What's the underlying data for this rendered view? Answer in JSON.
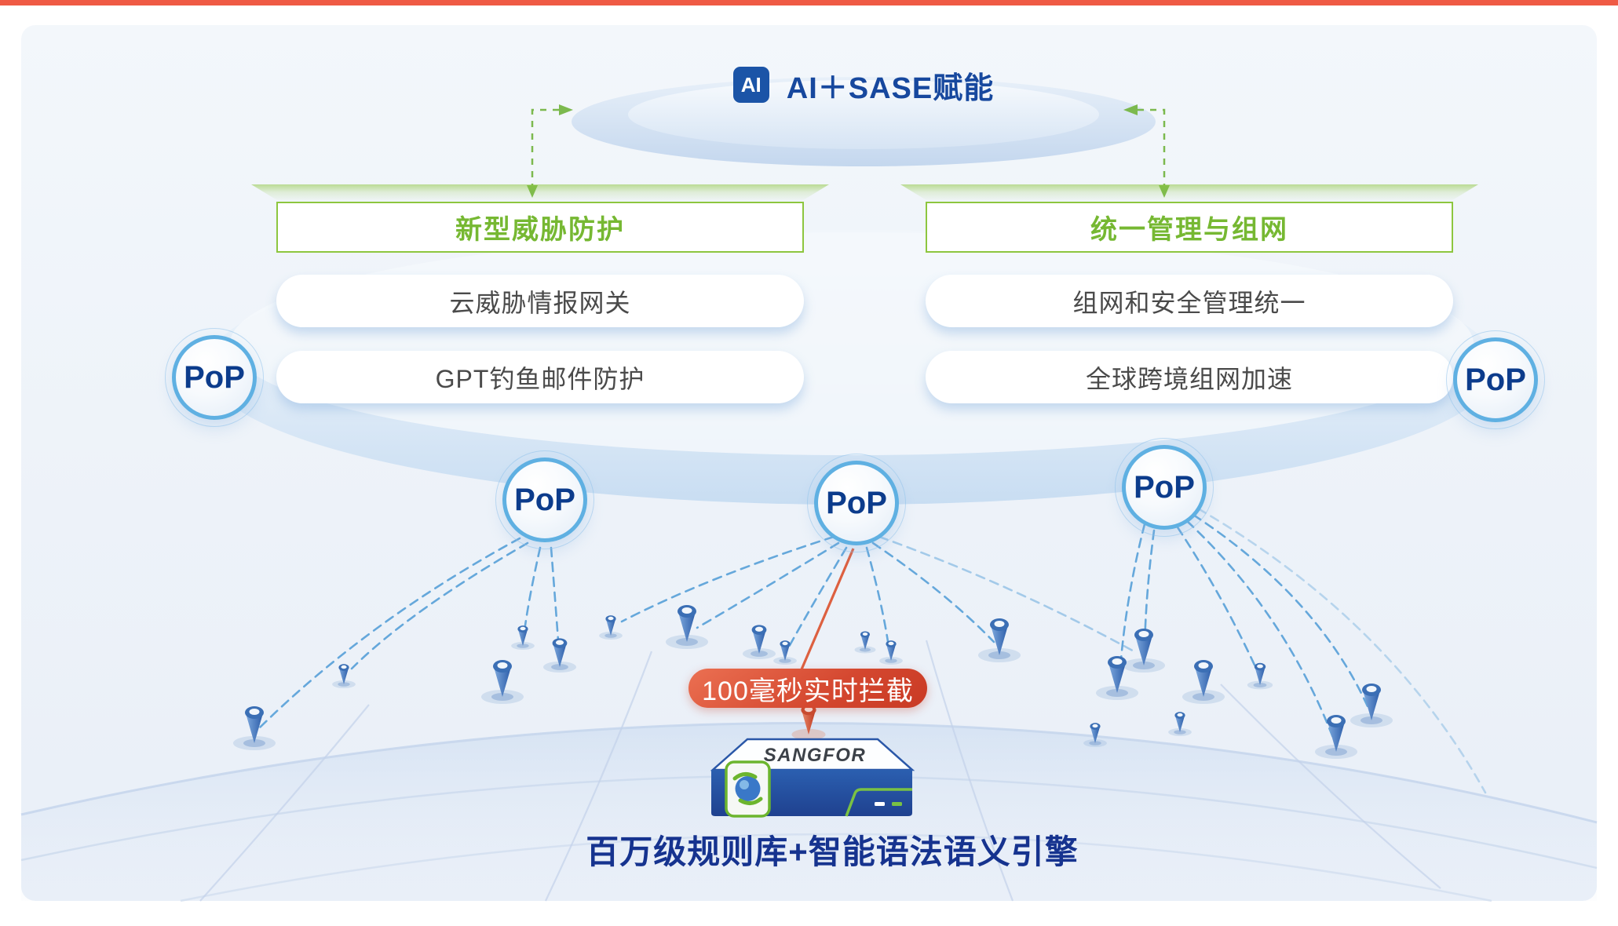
{
  "page": {
    "top_accent_color": "#ef5a45"
  },
  "header": {
    "badge_label": "AI",
    "title": "AI＋SASE赋能"
  },
  "columns": {
    "left": {
      "title": "新型威胁防护",
      "items": [
        "云威胁情报网关",
        "GPT钓鱼邮件防护"
      ]
    },
    "right": {
      "title": "统一管理与组网",
      "items": [
        "组网和安全管理统一",
        "全球跨境组网加速"
      ]
    }
  },
  "pop_label": "PoP",
  "callout": {
    "label": "100毫秒实时拦截"
  },
  "device": {
    "brand": "SANGFOR"
  },
  "caption": "百万级规则库+智能语法语义引擎",
  "colors": {
    "accent_green": "#8dc63f",
    "deep_blue": "#17489e",
    "navy": "#0c3c8c",
    "alert_red": "#d4472e",
    "pin_blue": "#3b6fb5",
    "pop_ring_blue": "#5fb0e2"
  }
}
